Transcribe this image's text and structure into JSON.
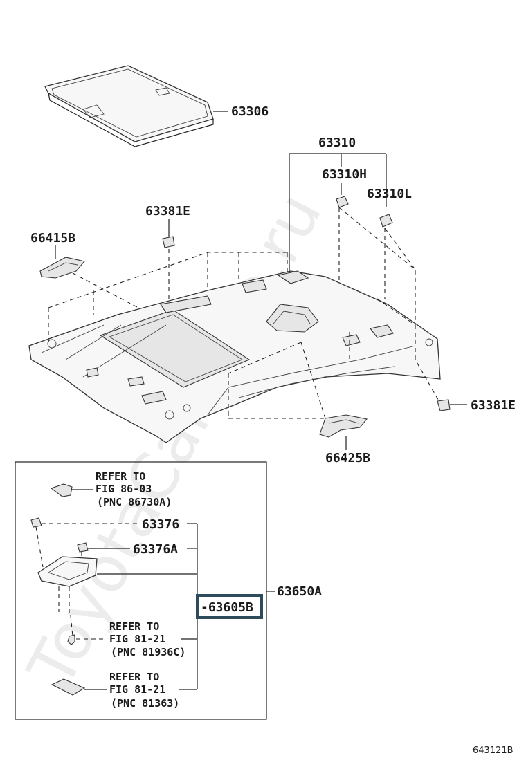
{
  "watermark": "ToyotaCarWire.ru",
  "figure_number": "643121B",
  "labels": {
    "sunshade": "63306",
    "handle_group": "63310",
    "handle_rh": "63310H",
    "handle_lh": "63310L",
    "clip_upper": "63381E",
    "clip_right": "63381E",
    "bracket_left": "66415B",
    "bracket_lower": "66425B",
    "clip_a": "63376",
    "clip_b": "63376A",
    "console_assy": "63650A",
    "console_sub": "63605B"
  },
  "refs": {
    "ref1": {
      "line1": "REFER TO",
      "line2": "FIG 86-03",
      "line3": "(PNC 86730A)"
    },
    "ref2": {
      "line1": "REFER TO",
      "line2": "FIG 81-21",
      "line3": "(PNC 81936C)"
    },
    "ref3": {
      "line1": "REFER TO",
      "line2": "FIG 81-21",
      "line3": "(PNC 81363)"
    }
  }
}
